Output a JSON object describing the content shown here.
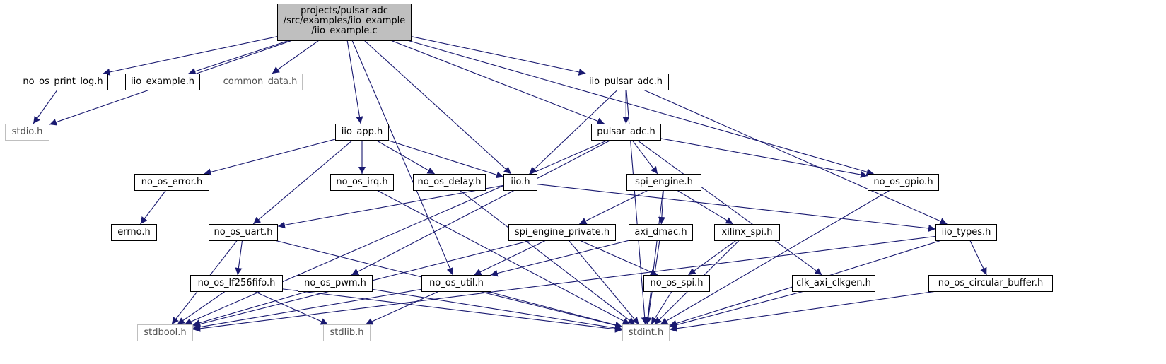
{
  "graph": {
    "root_lines": [
      "projects/pulsar-adc",
      "/src/examples/iio_example",
      "/iio_example.c"
    ],
    "nodes": [
      {
        "id": "no_os_print_log",
        "label": "no_os_print_log.h",
        "external": false
      },
      {
        "id": "iio_example_h",
        "label": "iio_example.h",
        "external": false
      },
      {
        "id": "common_data",
        "label": "common_data.h",
        "external": true
      },
      {
        "id": "iio_pulsar_adc",
        "label": "iio_pulsar_adc.h",
        "external": false
      },
      {
        "id": "stdio",
        "label": "stdio.h",
        "external": true
      },
      {
        "id": "iio_app",
        "label": "iio_app.h",
        "external": false
      },
      {
        "id": "pulsar_adc",
        "label": "pulsar_adc.h",
        "external": false
      },
      {
        "id": "no_os_error",
        "label": "no_os_error.h",
        "external": false
      },
      {
        "id": "no_os_irq",
        "label": "no_os_irq.h",
        "external": false
      },
      {
        "id": "no_os_delay",
        "label": "no_os_delay.h",
        "external": false
      },
      {
        "id": "iio",
        "label": "iio.h",
        "external": false
      },
      {
        "id": "spi_engine",
        "label": "spi_engine.h",
        "external": false
      },
      {
        "id": "no_os_gpio",
        "label": "no_os_gpio.h",
        "external": false
      },
      {
        "id": "errno",
        "label": "errno.h",
        "external": false
      },
      {
        "id": "no_os_uart",
        "label": "no_os_uart.h",
        "external": false
      },
      {
        "id": "spi_engine_private",
        "label": "spi_engine_private.h",
        "external": false
      },
      {
        "id": "axi_dmac",
        "label": "axi_dmac.h",
        "external": false
      },
      {
        "id": "xilinx_spi",
        "label": "xilinx_spi.h",
        "external": false
      },
      {
        "id": "iio_types",
        "label": "iio_types.h",
        "external": false
      },
      {
        "id": "no_os_lf256fifo",
        "label": "no_os_lf256fifo.h",
        "external": false
      },
      {
        "id": "no_os_pwm",
        "label": "no_os_pwm.h",
        "external": false
      },
      {
        "id": "no_os_util",
        "label": "no_os_util.h",
        "external": false
      },
      {
        "id": "no_os_spi",
        "label": "no_os_spi.h",
        "external": false
      },
      {
        "id": "clk_axi_clkgen",
        "label": "clk_axi_clkgen.h",
        "external": false
      },
      {
        "id": "no_os_circular_buffer",
        "label": "no_os_circular_buffer.h",
        "external": false
      },
      {
        "id": "stdbool",
        "label": "stdbool.h",
        "external": true
      },
      {
        "id": "stdlib",
        "label": "stdlib.h",
        "external": true
      },
      {
        "id": "stdint",
        "label": "stdint.h",
        "external": true
      }
    ],
    "edges": [
      [
        "root",
        "stdio"
      ],
      [
        "root",
        "no_os_print_log"
      ],
      [
        "root",
        "iio_example_h"
      ],
      [
        "root",
        "common_data"
      ],
      [
        "root",
        "no_os_util"
      ],
      [
        "root",
        "iio_app"
      ],
      [
        "root",
        "iio"
      ],
      [
        "root",
        "pulsar_adc"
      ],
      [
        "root",
        "iio_pulsar_adc"
      ],
      [
        "root",
        "no_os_gpio"
      ],
      [
        "no_os_print_log",
        "stdio"
      ],
      [
        "iio_pulsar_adc",
        "pulsar_adc"
      ],
      [
        "iio_pulsar_adc",
        "iio"
      ],
      [
        "iio_pulsar_adc",
        "iio_types"
      ],
      [
        "iio_pulsar_adc",
        "stdint"
      ],
      [
        "iio_app",
        "no_os_error"
      ],
      [
        "iio_app",
        "no_os_uart"
      ],
      [
        "iio_app",
        "no_os_irq"
      ],
      [
        "iio_app",
        "no_os_delay"
      ],
      [
        "iio_app",
        "iio"
      ],
      [
        "pulsar_adc",
        "spi_engine"
      ],
      [
        "pulsar_adc",
        "no_os_gpio"
      ],
      [
        "pulsar_adc",
        "no_os_pwm"
      ],
      [
        "pulsar_adc",
        "stdbool"
      ],
      [
        "pulsar_adc",
        "clk_axi_clkgen"
      ],
      [
        "no_os_error",
        "errno"
      ],
      [
        "no_os_irq",
        "stdint"
      ],
      [
        "no_os_delay",
        "stdint"
      ],
      [
        "iio",
        "no_os_uart"
      ],
      [
        "iio",
        "iio_types"
      ],
      [
        "spi_engine",
        "spi_engine_private"
      ],
      [
        "spi_engine",
        "axi_dmac"
      ],
      [
        "spi_engine",
        "xilinx_spi"
      ],
      [
        "spi_engine",
        "stdint"
      ],
      [
        "no_os_gpio",
        "stdint"
      ],
      [
        "no_os_uart",
        "no_os_lf256fifo"
      ],
      [
        "no_os_uart",
        "stdbool"
      ],
      [
        "no_os_uart",
        "stdint"
      ],
      [
        "spi_engine_private",
        "no_os_util"
      ],
      [
        "spi_engine_private",
        "no_os_spi"
      ],
      [
        "spi_engine_private",
        "stdint"
      ],
      [
        "spi_engine_private",
        "stdbool"
      ],
      [
        "axi_dmac",
        "no_os_util"
      ],
      [
        "axi_dmac",
        "stdint"
      ],
      [
        "xilinx_spi",
        "no_os_spi"
      ],
      [
        "xilinx_spi",
        "stdint"
      ],
      [
        "iio_types",
        "no_os_circular_buffer"
      ],
      [
        "iio_types",
        "stdint"
      ],
      [
        "iio_types",
        "stdbool"
      ],
      [
        "no_os_lf256fifo",
        "stdbool"
      ],
      [
        "no_os_lf256fifo",
        "stdlib"
      ],
      [
        "no_os_lf256fifo",
        "stdint"
      ],
      [
        "no_os_pwm",
        "stdbool"
      ],
      [
        "no_os_pwm",
        "stdint"
      ],
      [
        "no_os_util",
        "stdbool"
      ],
      [
        "no_os_util",
        "stdlib"
      ],
      [
        "no_os_util",
        "stdint"
      ],
      [
        "no_os_spi",
        "stdint"
      ],
      [
        "clk_axi_clkgen",
        "stdint"
      ],
      [
        "no_os_circular_buffer",
        "stdint"
      ]
    ],
    "colors": {
      "edge": "#191970",
      "node_border": "#000000",
      "external_border": "#bfbfbf",
      "root_fill": "#bfbfbf"
    }
  }
}
